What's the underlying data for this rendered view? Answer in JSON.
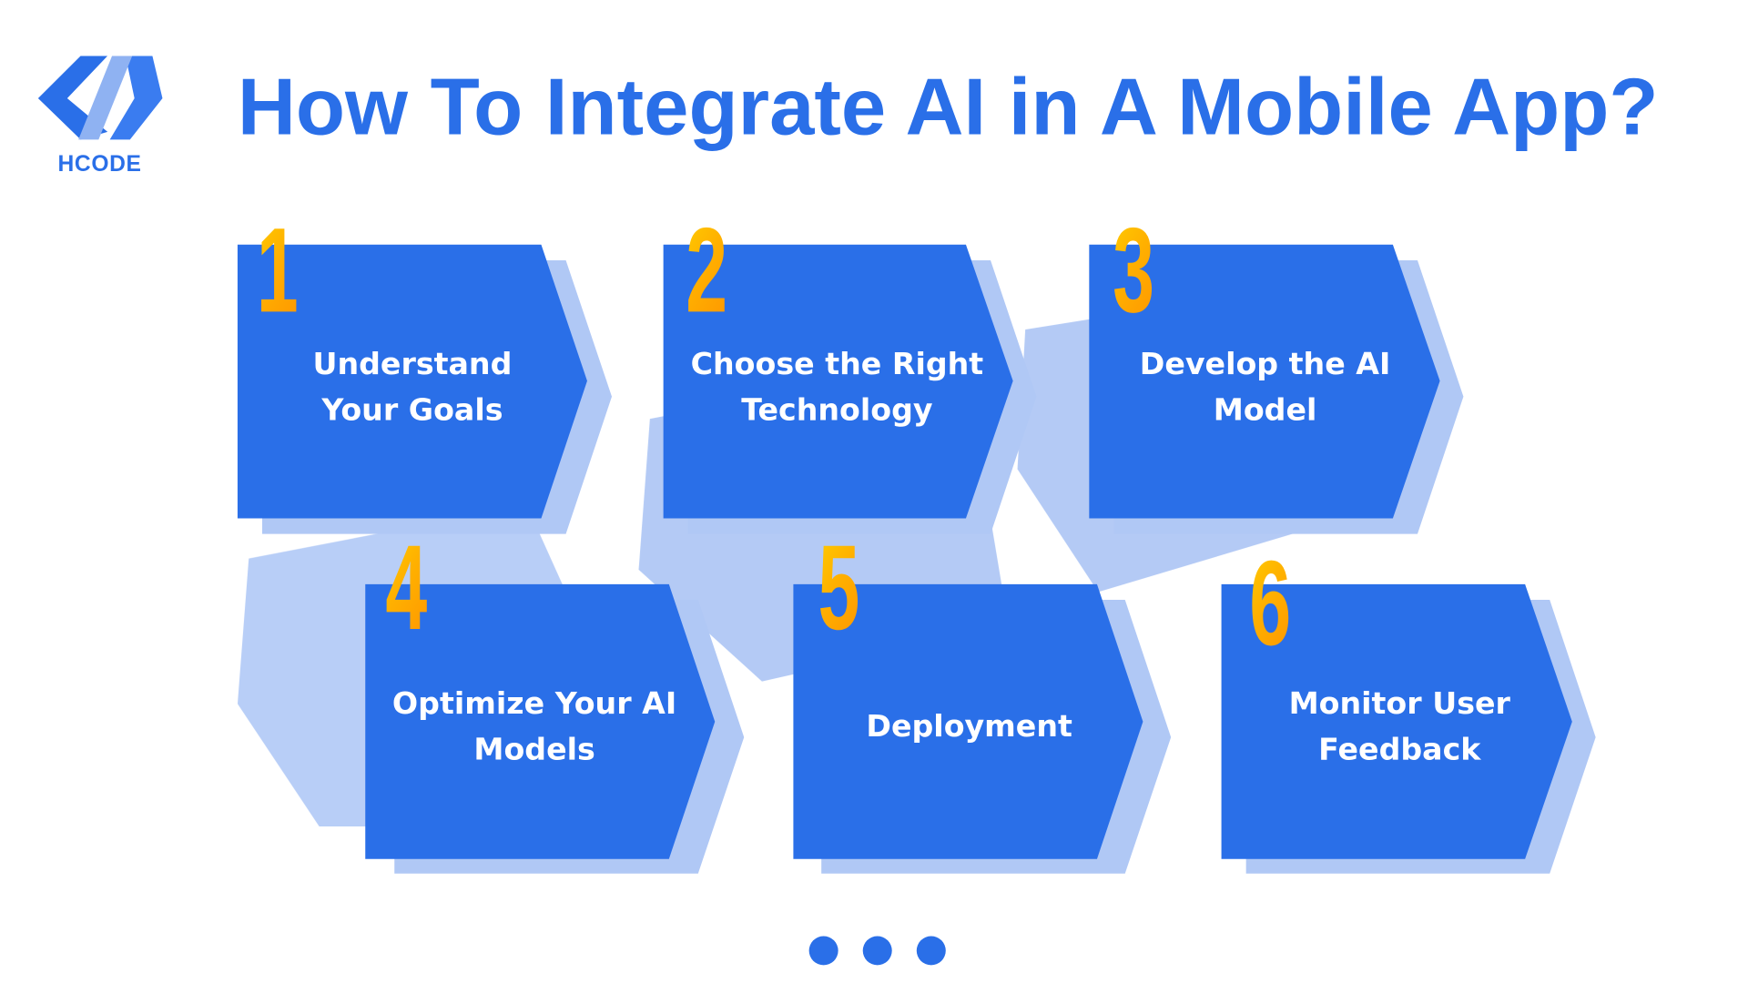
{
  "header": {
    "title": "How To Integrate AI in A Mobile App?",
    "brand_name": "HCODE",
    "logo_icon": "code-brackets-icon"
  },
  "colors": {
    "primary_blue": "#2a6fe8",
    "light_blue": "#b0c8f5",
    "number_orange": "#ffb000",
    "background": "#ffffff"
  },
  "steps": [
    {
      "number": "1",
      "label_line1": "Understand",
      "label_line2": "Your Goals"
    },
    {
      "number": "2",
      "label_line1": "Choose the Right",
      "label_line2": "Technology"
    },
    {
      "number": "3",
      "label_line1": "Develop the AI",
      "label_line2": "Model"
    },
    {
      "number": "4",
      "label_line1": "Optimize Your AI",
      "label_line2": "Models"
    },
    {
      "number": "5",
      "label_line1": "Deployment",
      "label_line2": ""
    },
    {
      "number": "6",
      "label_line1": "Monitor User",
      "label_line2": "Feedback"
    }
  ],
  "pagination": {
    "dots": 3
  }
}
